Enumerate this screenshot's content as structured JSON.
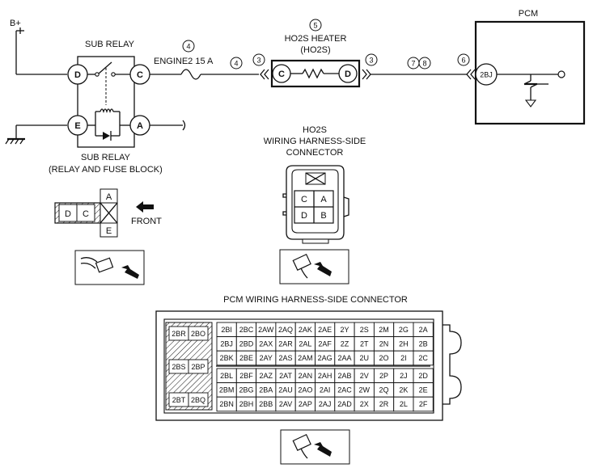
{
  "schematic": {
    "supply": "B+",
    "sub_relay_title": "SUB RELAY",
    "sub_relay_caption_1": "SUB RELAY",
    "sub_relay_caption_2": "(RELAY AND FUSE BLOCK)",
    "relay_terminals": [
      "D",
      "C",
      "E",
      "A"
    ],
    "fuse_label": "ENGINE2 15 A",
    "heater_title_1": "HO2S HEATER",
    "heater_title_2": "(HO2S)",
    "heater_terminals": [
      "C",
      "D"
    ],
    "pcm_title": "PCM",
    "pcm_terminal": "2BJ",
    "callouts": {
      "c4a": "4",
      "c4b": "4",
      "c3a": "3",
      "c3b": "3",
      "c5": "5",
      "c7": "7",
      "c8": "8",
      "c6": "6"
    }
  },
  "relay_connector": {
    "cells": [
      "D",
      "C",
      "A",
      "E"
    ],
    "front_label": "FRONT"
  },
  "ho2s_connector": {
    "title_1": "HO2S",
    "title_2": "WIRING HARNESS-SIDE",
    "title_3": "CONNECTOR",
    "cells": [
      "C",
      "A",
      "D",
      "B"
    ]
  },
  "pcm_connector": {
    "title": "PCM WIRING HARNESS-SIDE CONNECTOR",
    "left_pins": [
      [
        "2BR",
        "2BO"
      ],
      [
        "2BS",
        "2BP"
      ],
      [
        "2BT",
        "2BQ"
      ]
    ],
    "rows": [
      [
        "2BI",
        "2BC",
        "2AW",
        "2AQ",
        "2AK",
        "2AE",
        "2Y",
        "2S",
        "2M",
        "2G",
        "2A"
      ],
      [
        "2BJ",
        "2BD",
        "2AX",
        "2AR",
        "2AL",
        "2AF",
        "2Z",
        "2T",
        "2N",
        "2H",
        "2B"
      ],
      [
        "2BK",
        "2BE",
        "2AY",
        "2AS",
        "2AM",
        "2AG",
        "2AA",
        "2U",
        "2O",
        "2I",
        "2C"
      ],
      [
        "2BL",
        "2BF",
        "2AZ",
        "2AT",
        "2AN",
        "2AH",
        "2AB",
        "2V",
        "2P",
        "2J",
        "2D"
      ],
      [
        "2BM",
        "2BG",
        "2BA",
        "2AU",
        "2AO",
        "2AI",
        "2AC",
        "2W",
        "2Q",
        "2K",
        "2E"
      ],
      [
        "2BN",
        "2BH",
        "2BB",
        "2AV",
        "2AP",
        "2AJ",
        "2AD",
        "2X",
        "2R",
        "2L",
        "2F"
      ]
    ]
  }
}
